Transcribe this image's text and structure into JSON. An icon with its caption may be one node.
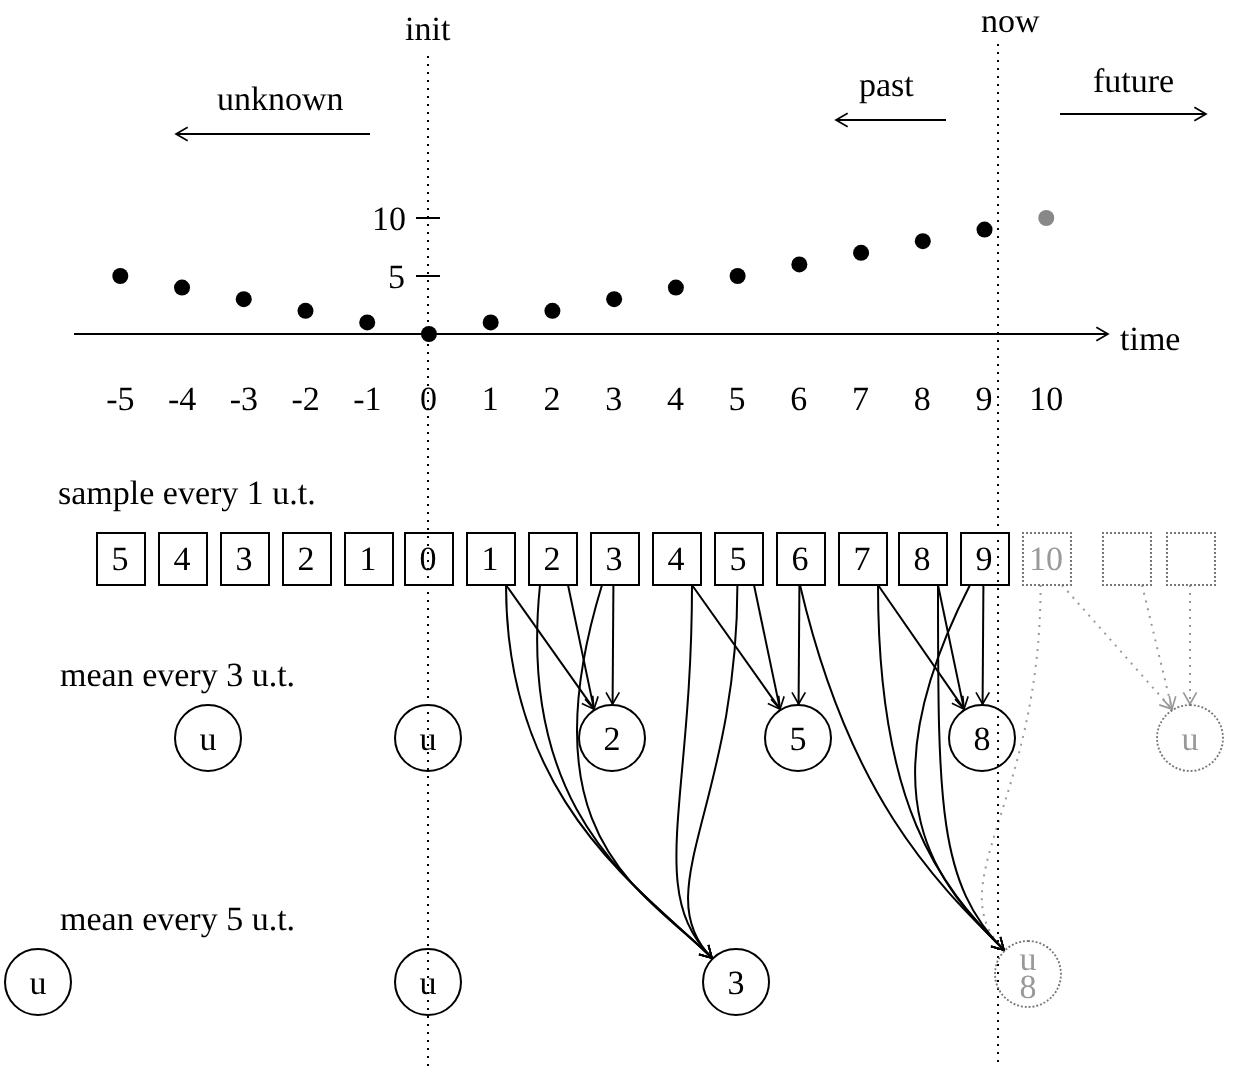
{
  "diagram": {
    "nodes": [
      {
        "text": [
          "5"
        ]
      },
      {
        "text": [
          "4"
        ]
      },
      {
        "text": [
          "3"
        ]
      },
      {
        "text": [
          "2"
        ]
      },
      {
        "text": [
          "1"
        ]
      },
      {
        "text": [
          "0"
        ]
      },
      {
        "text": [
          "1"
        ]
      },
      {
        "text": [
          "2"
        ]
      },
      {
        "text": [
          "3"
        ]
      },
      {
        "text": [
          "4"
        ]
      },
      {
        "text": [
          "5"
        ]
      },
      {
        "text": [
          "6"
        ]
      },
      {
        "text": [
          "7"
        ]
      },
      {
        "text": [
          "8"
        ]
      },
      {
        "text": [
          "9"
        ]
      },
      {
        "text": [
          "10"
        ]
      },
      {
        "text": [],
        "shape": "box"
      },
      {
        "text": [],
        "shape": "box"
      },
      {
        "text": [
          "u"
        ]
      },
      {
        "text": [
          "u"
        ]
      },
      {
        "text": [
          "2"
        ]
      },
      {
        "text": [
          "5"
        ]
      },
      {
        "text": [
          "8"
        ]
      },
      {
        "text": [
          "u"
        ]
      },
      {
        "text": [
          "u"
        ]
      },
      {
        "text": [
          "u"
        ]
      },
      {
        "text": [
          "3"
        ]
      },
      {
        "text": [
          "u",
          "8"
        ]
      }
    ],
    "edges": [
      {
        "from": 6,
        "to": 20,
        "arrow": "to"
      },
      {
        "from": 7,
        "to": 20,
        "arrow": "to"
      },
      {
        "from": 8,
        "to": 20,
        "arrow": "to"
      },
      {
        "from": 9,
        "to": 21,
        "arrow": "to"
      },
      {
        "from": 10,
        "to": 21,
        "arrow": "to"
      },
      {
        "from": 11,
        "to": 21,
        "arrow": "to"
      },
      {
        "from": 12,
        "to": 22,
        "arrow": "to"
      },
      {
        "from": 13,
        "to": 22,
        "arrow": "to"
      },
      {
        "from": 14,
        "to": 22,
        "arrow": "to"
      },
      {
        "from": 15,
        "to": 23,
        "arrow": "to",
        "style": "dashed",
        "color": "#999999"
      },
      {
        "from": 16,
        "to": 23,
        "arrow": "to",
        "style": "dashed",
        "color": "#999999"
      },
      {
        "from": 17,
        "to": 23,
        "arrow": "to",
        "style": "dashed",
        "color": "#999999"
      },
      {
        "from": 6,
        "to": 26,
        "arrow": "to"
      },
      {
        "from": 7,
        "to": 26,
        "arrow": "to"
      },
      {
        "from": 8,
        "to": 26,
        "arrow": "to"
      },
      {
        "from": 9,
        "to": 26,
        "arrow": "to"
      },
      {
        "from": 10,
        "to": 26,
        "arrow": "to"
      },
      {
        "from": 11,
        "to": 27,
        "arrow": "to"
      },
      {
        "from": 12,
        "to": 27,
        "arrow": "to"
      },
      {
        "from": 13,
        "to": 27,
        "arrow": "to"
      },
      {
        "from": 14,
        "to": 27,
        "arrow": "to"
      },
      {
        "from": 15,
        "to": 27,
        "arrow": "to",
        "style": "dashed",
        "color": "#999999"
      }
    ],
    "labels": [
      "init",
      "now",
      "unknown",
      "past",
      "future",
      "sample every 1 u.t.",
      "mean every 3 u.t.",
      "mean every 5 u.t."
    ],
    "chart_data": {
      "type": "scatter",
      "xlabel": "time",
      "x": [
        -5,
        -4,
        -3,
        -2,
        -1,
        0,
        1,
        2,
        3,
        4,
        5,
        6,
        7,
        8,
        9,
        10
      ],
      "series": [
        {
          "color": "#000000",
          "values": [
            5,
            4,
            3,
            2,
            1,
            0,
            1,
            2,
            3,
            4,
            5,
            6,
            7,
            8,
            9,
            null
          ]
        },
        {
          "color": "#888888",
          "values": [
            null,
            null,
            null,
            null,
            null,
            null,
            null,
            null,
            null,
            null,
            null,
            null,
            null,
            null,
            null,
            10
          ]
        }
      ],
      "xticks": [
        -5,
        -4,
        -3,
        -2,
        -1,
        0,
        1,
        2,
        3,
        4,
        5,
        6,
        7,
        8,
        9,
        10
      ],
      "xlim": [
        -5.75,
        11
      ],
      "ylim": [
        0,
        10
      ],
      "yticks": [
        5,
        10
      ]
    }
  }
}
